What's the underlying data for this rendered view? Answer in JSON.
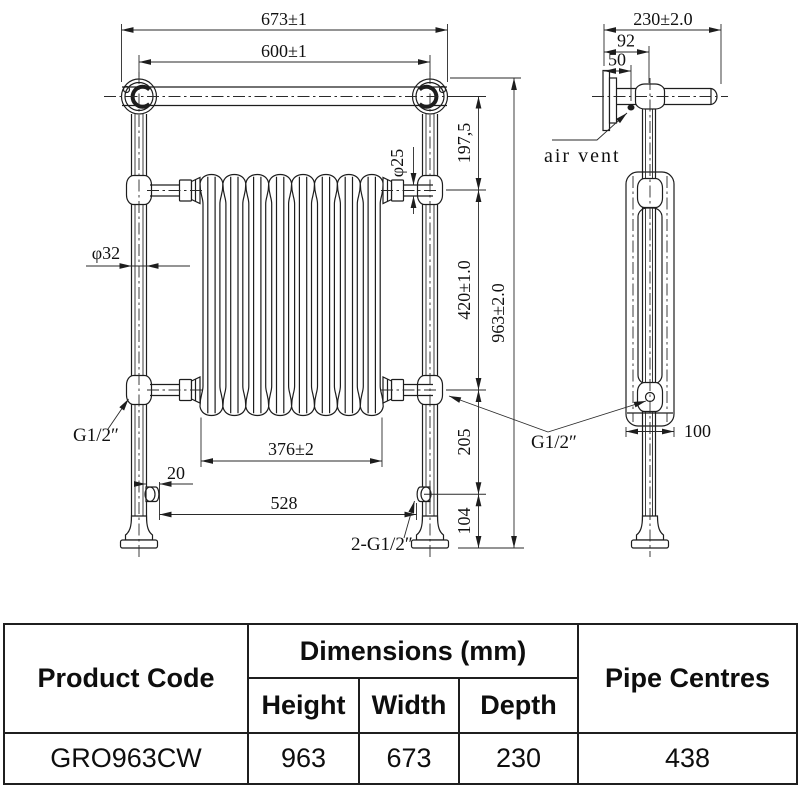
{
  "drawing": {
    "front": {
      "dim_overall_width": "673±1",
      "dim_rail_centres": "600±1",
      "dim_rail_to_upper_tapping": "197,5",
      "dim_tapping_span": "420±1.0",
      "dim_overall_height": "963±2.0",
      "dim_lower_tapping_to_outlet": "205",
      "dim_outlet_to_floor": "104",
      "dim_outlet_offset": "20",
      "dim_outlet_centres": "528",
      "dim_core_width": "376±2",
      "dim_pipe_diameter": "φ32",
      "dim_stub_diameter": "φ25",
      "label_left_tapping": "G1/2″",
      "label_right_tapping": "G1/2″",
      "label_bottom_outlets": "2-G1/2″"
    },
    "side": {
      "dim_overall_depth": "230±2.0",
      "dim_wall_to_pipe_centre": "92",
      "dim_wall_to_air_vent": "50",
      "dim_core_depth": "100",
      "label_air_vent": "air vent"
    }
  },
  "table": {
    "headers": {
      "product_code": "Product Code",
      "dimensions": "Dimensions (mm)",
      "height": "Height",
      "width": "Width",
      "depth": "Depth",
      "pipe_centres": "Pipe Centres"
    },
    "rows": [
      {
        "product_code": "GRO963CW",
        "height": "963",
        "width": "673",
        "depth": "230",
        "pipe_centres": "438"
      }
    ]
  }
}
